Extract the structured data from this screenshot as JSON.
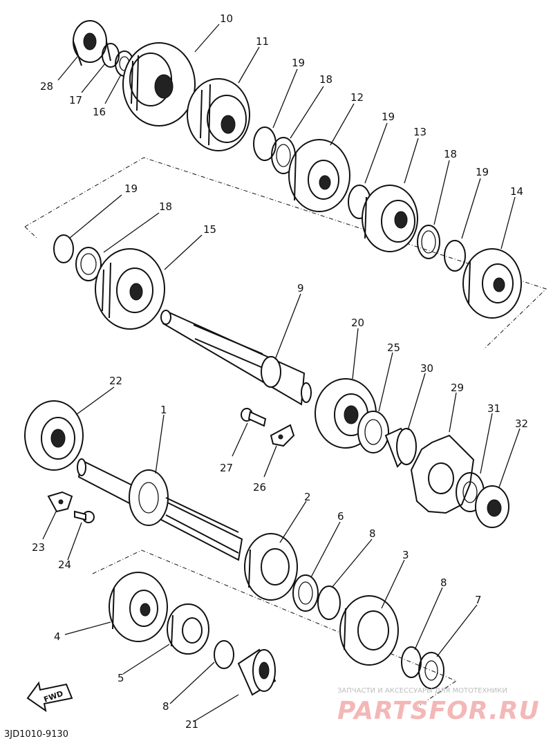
{
  "diagram": {
    "callouts": [
      "10",
      "11",
      "19",
      "18",
      "12",
      "19",
      "13",
      "18",
      "19",
      "14",
      "28",
      "17",
      "16",
      "19",
      "18",
      "15",
      "9",
      "20",
      "25",
      "30",
      "29",
      "31",
      "32",
      "22",
      "1",
      "27",
      "26",
      "23",
      "24",
      "2",
      "6",
      "8",
      "3",
      "8",
      "7",
      "4",
      "5",
      "8",
      "21"
    ],
    "drawing_code": "3JD1010-9130",
    "fwd_label": "FWD"
  },
  "watermark": {
    "caption": "ЗАПЧАСТИ И АКСЕССУАРЫ ДЛЯ МОТОТЕХНИКИ",
    "brand": "PARTSFOR.RU",
    "brand_color": "#f4b7b7"
  }
}
